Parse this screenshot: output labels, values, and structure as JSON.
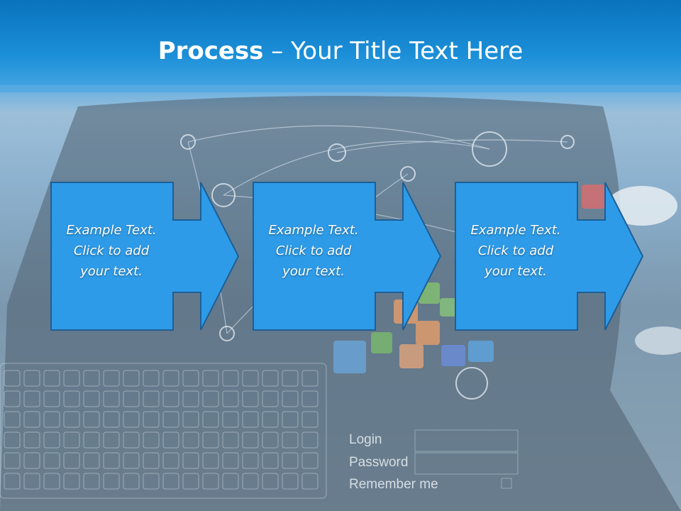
{
  "slide": {
    "title_bold": "Process",
    "title_rest": " – Your Title Text Here",
    "steps": [
      {
        "line1": "Example Text.",
        "line2": "Click  to add",
        "line3": "your text."
      },
      {
        "line1": "Example Text.",
        "line2": "Click  to add",
        "line3": "your text."
      },
      {
        "line1": "Example Text.",
        "line2": "Click  to add",
        "line3": "your text."
      }
    ],
    "background_form": {
      "login": "Login",
      "password": "Password",
      "remember": "Remember  me"
    }
  },
  "colors": {
    "title_bar": "#1b8fd8",
    "arrow_fill": "#2e9be8",
    "arrow_border": "#1d5f96",
    "text": "#ffffff"
  }
}
